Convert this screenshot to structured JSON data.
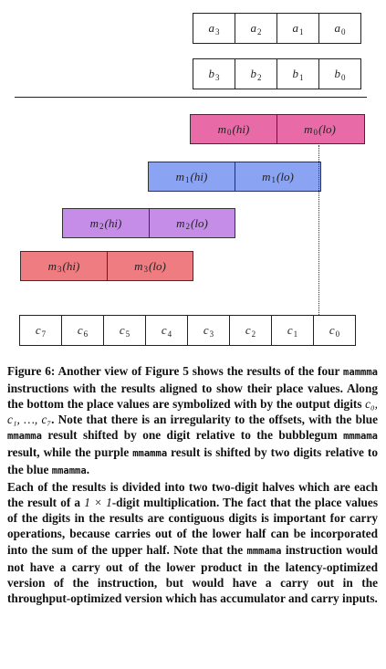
{
  "rows": {
    "a": [
      "a3",
      "a2",
      "a1",
      "a0"
    ],
    "b": [
      "b3",
      "b2",
      "b1",
      "b0"
    ],
    "c": [
      "c7",
      "c6",
      "c5",
      "c4",
      "c3",
      "c2",
      "c1",
      "c0"
    ]
  },
  "products": [
    {
      "hi": "m0(hi)",
      "lo": "m0(lo)",
      "color": "#e86aa6"
    },
    {
      "hi": "m1(hi)",
      "lo": "m1(lo)",
      "color": "#8aa3f2"
    },
    {
      "hi": "m2(hi)",
      "lo": "m2(lo)",
      "color": "#c58de8"
    },
    {
      "hi": "m3(hi)",
      "lo": "m3(lo)",
      "color": "#ef7c80"
    }
  ],
  "caption": {
    "figure_label": "Figure 6:",
    "p1_part1": " Another view of Figure 5 shows the results of the four ",
    "mnemonic1": "mammma",
    "p1_part2": " instructions with the results aligned to show their place values. Along the bottom the place values are symbolized with by the output digits ",
    "math1": "c₀, c₁, …, c₇",
    "p1_part3": ". Note that there is an irregularity to the offsets, with the blue ",
    "mnemonic2": "mmamma",
    "p1_part4": " result shifted by one digit relative to the bubblegum ",
    "mnemonic3": "mmmama",
    "p1_part5": " result, while the purple ",
    "mnemonic4": "mmamma",
    "p1_part6": " result is shifted by two digits relative to the blue ",
    "mnemonic5": "mmamma",
    "p1_part7": ".",
    "p2_part1": "Each of the results is divided into two two-digit halves which are each the result of a ",
    "math2": "1 × 1",
    "p2_part2": "-digit multiplication. The fact that the place values of the digits in the results are contiguous digits is important for carry operations, because carries out of the lower half can be incorporated into the sum of the upper half. Note that the ",
    "mnemonic6": "mmmama",
    "p2_part3": " instruction would not have a carry out of the lower product in the latency-optimized version of the instruction, but would have a carry out in the throughput-optimized version which has accumulator and carry inputs."
  }
}
